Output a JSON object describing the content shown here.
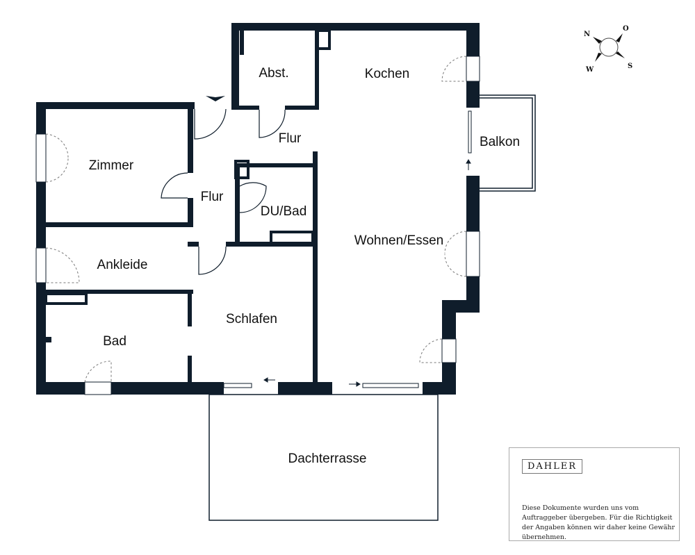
{
  "rooms": {
    "abst": "Abst.",
    "kochen": "Kochen",
    "flur_top": "Flur",
    "balkon": "Balkon",
    "zimmer": "Zimmer",
    "flur": "Flur",
    "du_bad": "DU/Bad",
    "wohnen_essen": "Wohnen/Essen",
    "ankleide": "Ankleide",
    "schlafen": "Schlafen",
    "bad": "Bad",
    "dachterrasse": "Dachterrasse"
  },
  "compass": {
    "n": "N",
    "o": "O",
    "w": "W",
    "s": "S"
  },
  "legend": {
    "logo": "DAHLER",
    "disclaimer": "Diese Dokumente wurden uns vom Auftraggeber übergeben. Für die Richtigkeit der Angaben können wir daher keine Gewähr übernehmen."
  },
  "colors": {
    "wall": "#0f1d2b"
  }
}
